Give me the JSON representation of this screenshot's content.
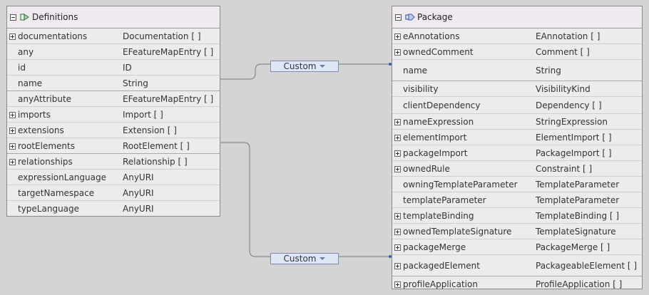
{
  "definitions": {
    "title": "Definitions",
    "rows": [
      {
        "name": "documentations",
        "type": "Documentation [ ]",
        "expandable": true
      },
      {
        "name": "any",
        "type": "EFeatureMapEntry [ ]",
        "expandable": false
      },
      {
        "name": "id",
        "type": "ID",
        "expandable": false
      },
      {
        "name": "name",
        "type": "String",
        "expandable": false
      },
      {
        "name": "anyAttribute",
        "type": "EFeatureMapEntry [ ]",
        "expandable": false
      },
      {
        "name": "imports",
        "type": "Import [ ]",
        "expandable": true
      },
      {
        "name": "extensions",
        "type": "Extension [ ]",
        "expandable": true
      },
      {
        "name": "rootElements",
        "type": "RootElement [ ]",
        "expandable": true
      },
      {
        "name": "relationships",
        "type": "Relationship [ ]",
        "expandable": true
      },
      {
        "name": "expressionLanguage",
        "type": "AnyURI",
        "expandable": false
      },
      {
        "name": "targetNamespace",
        "type": "AnyURI",
        "expandable": false
      },
      {
        "name": "typeLanguage",
        "type": "AnyURI",
        "expandable": false
      }
    ]
  },
  "package": {
    "title": "Package",
    "rows": [
      {
        "name": "eAnnotations",
        "type": "EAnnotation [ ]",
        "expandable": true
      },
      {
        "name": "ownedComment",
        "type": "Comment [ ]",
        "expandable": true
      },
      {
        "name": "name",
        "type": "String",
        "expandable": false
      },
      {
        "name": "visibility",
        "type": "VisibilityKind",
        "expandable": false
      },
      {
        "name": "clientDependency",
        "type": "Dependency [ ]",
        "expandable": false
      },
      {
        "name": "nameExpression",
        "type": "StringExpression",
        "expandable": true
      },
      {
        "name": "elementImport",
        "type": "ElementImport [ ]",
        "expandable": true
      },
      {
        "name": "packageImport",
        "type": "PackageImport [ ]",
        "expandable": true
      },
      {
        "name": "ownedRule",
        "type": "Constraint [ ]",
        "expandable": true
      },
      {
        "name": "owningTemplateParameter",
        "type": "TemplateParameter",
        "expandable": false
      },
      {
        "name": "templateParameter",
        "type": "TemplateParameter",
        "expandable": false
      },
      {
        "name": "templateBinding",
        "type": "TemplateBinding [ ]",
        "expandable": true
      },
      {
        "name": "ownedTemplateSignature",
        "type": "TemplateSignature",
        "expandable": true
      },
      {
        "name": "packageMerge",
        "type": "PackageMerge [ ]",
        "expandable": true
      },
      {
        "name": "packagedElement",
        "type": "PackageableElement [ ]",
        "expandable": true
      },
      {
        "name": "profileApplication",
        "type": "ProfileApplication [ ]",
        "expandable": true
      }
    ]
  },
  "mappings": [
    {
      "label": "Custom",
      "icon": "dropdown-arrow-icon"
    },
    {
      "label": "Custom",
      "icon": "dropdown-arrow-icon"
    }
  ],
  "colors": {
    "background": "#d4d4d4",
    "header": "#f0eaf0",
    "custom_box": "#dfe7f6",
    "connector": "#7a7a7a",
    "connector_accent": "#3a5fa8"
  },
  "icons": {
    "definitions_header": "element-icon",
    "package_header": "package-icon"
  }
}
